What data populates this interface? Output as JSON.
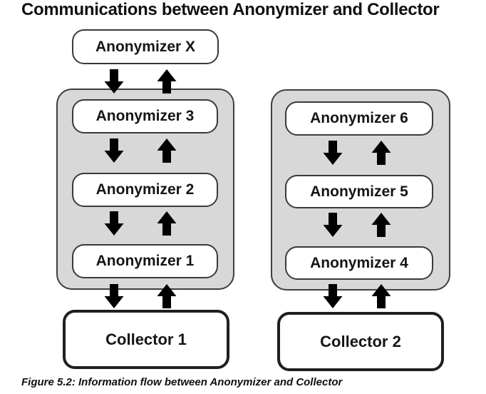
{
  "title": "Communications between Anonymizer and Collector",
  "caption": "Figure 5.2: Information flow between Anonymizer and Collector",
  "diagram": {
    "top_node": "Anonymizer X",
    "left_group": {
      "nodes": [
        "Anonymizer 3",
        "Anonymizer 2",
        "Anonymizer 1"
      ],
      "collector": "Collector 1"
    },
    "right_group": {
      "nodes": [
        "Anonymizer 6",
        "Anonymizer 5",
        "Anonymizer 4"
      ],
      "collector": "Collector 2"
    }
  },
  "colors": {
    "group_fill": "#d8d8d8",
    "group_border": "#3f3f3f",
    "node_fill": "#ffffff",
    "node_border": "#3a3a3a",
    "collector_border": "#1f1f1f",
    "down_arrow_fill": "#6d6d6d",
    "up_arrow_fill": "#ffffff",
    "arrow_stroke": "#3f3f3f",
    "text_color": "#151515"
  }
}
